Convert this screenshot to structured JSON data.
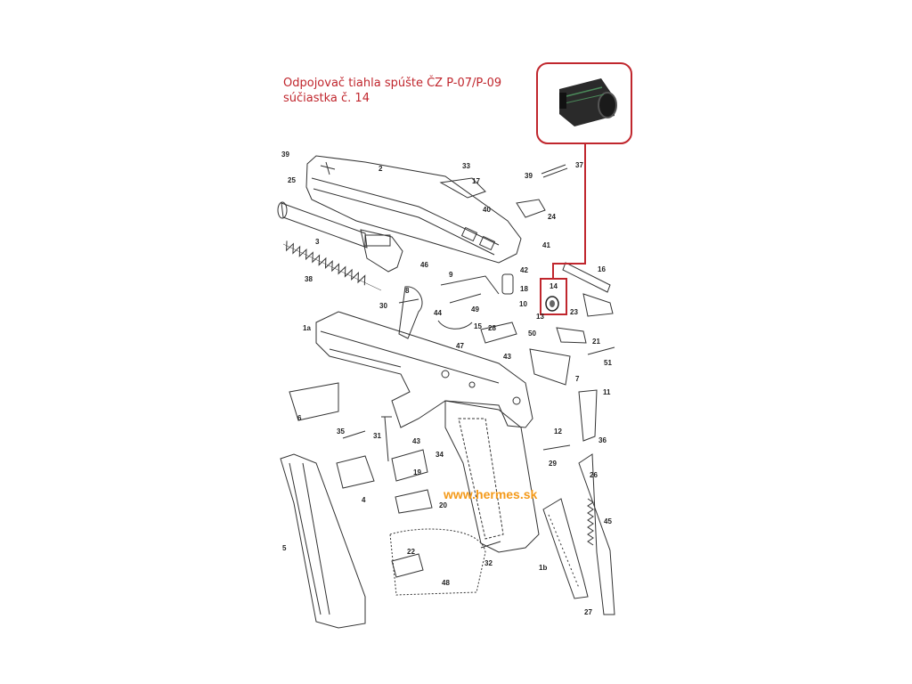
{
  "title_line1": "Odpojovač tiahla spúšte ČZ P-07/P-09",
  "title_line2": "súčiastka č. 14",
  "website": "www.hermes.sk",
  "accent_color": "#c0262d",
  "website_color": "#f49a1a",
  "callout_labels": [
    "14"
  ],
  "part_numbers": [
    {
      "id": "p39a",
      "label": "39"
    },
    {
      "id": "p25",
      "label": "25"
    },
    {
      "id": "p2",
      "label": "2"
    },
    {
      "id": "p33",
      "label": "33"
    },
    {
      "id": "p17",
      "label": "17"
    },
    {
      "id": "p39b",
      "label": "39"
    },
    {
      "id": "p37",
      "label": "37"
    },
    {
      "id": "p40",
      "label": "40"
    },
    {
      "id": "p24",
      "label": "24"
    },
    {
      "id": "p3",
      "label": "3"
    },
    {
      "id": "p41",
      "label": "41"
    },
    {
      "id": "p42",
      "label": "42"
    },
    {
      "id": "p16",
      "label": "16"
    },
    {
      "id": "p38",
      "label": "38"
    },
    {
      "id": "p46",
      "label": "46"
    },
    {
      "id": "p9",
      "label": "9"
    },
    {
      "id": "p18",
      "label": "18"
    },
    {
      "id": "p14",
      "label": "14"
    },
    {
      "id": "p8",
      "label": "8"
    },
    {
      "id": "p13",
      "label": "13"
    },
    {
      "id": "p10",
      "label": "10"
    },
    {
      "id": "p23",
      "label": "23"
    },
    {
      "id": "p30",
      "label": "30"
    },
    {
      "id": "p44",
      "label": "44"
    },
    {
      "id": "p49",
      "label": "49"
    },
    {
      "id": "p1a",
      "label": "1a"
    },
    {
      "id": "p15",
      "label": "15"
    },
    {
      "id": "p28",
      "label": "28"
    },
    {
      "id": "p50",
      "label": "50"
    },
    {
      "id": "p47",
      "label": "47"
    },
    {
      "id": "p21",
      "label": "21"
    },
    {
      "id": "p43a",
      "label": "43"
    },
    {
      "id": "p51",
      "label": "51"
    },
    {
      "id": "p7",
      "label": "7"
    },
    {
      "id": "p11",
      "label": "11"
    },
    {
      "id": "p6",
      "label": "6"
    },
    {
      "id": "p35",
      "label": "35"
    },
    {
      "id": "p31",
      "label": "31"
    },
    {
      "id": "p43b",
      "label": "43"
    },
    {
      "id": "p34",
      "label": "34"
    },
    {
      "id": "p12",
      "label": "12"
    },
    {
      "id": "p36",
      "label": "36"
    },
    {
      "id": "p19",
      "label": "19"
    },
    {
      "id": "p29",
      "label": "29"
    },
    {
      "id": "p26",
      "label": "26"
    },
    {
      "id": "p4",
      "label": "4"
    },
    {
      "id": "p20",
      "label": "20"
    },
    {
      "id": "p45",
      "label": "45"
    },
    {
      "id": "p5",
      "label": "5"
    },
    {
      "id": "p22",
      "label": "22"
    },
    {
      "id": "p32",
      "label": "32"
    },
    {
      "id": "p1b",
      "label": "1b"
    },
    {
      "id": "p48",
      "label": "48"
    },
    {
      "id": "p27",
      "label": "27"
    }
  ]
}
